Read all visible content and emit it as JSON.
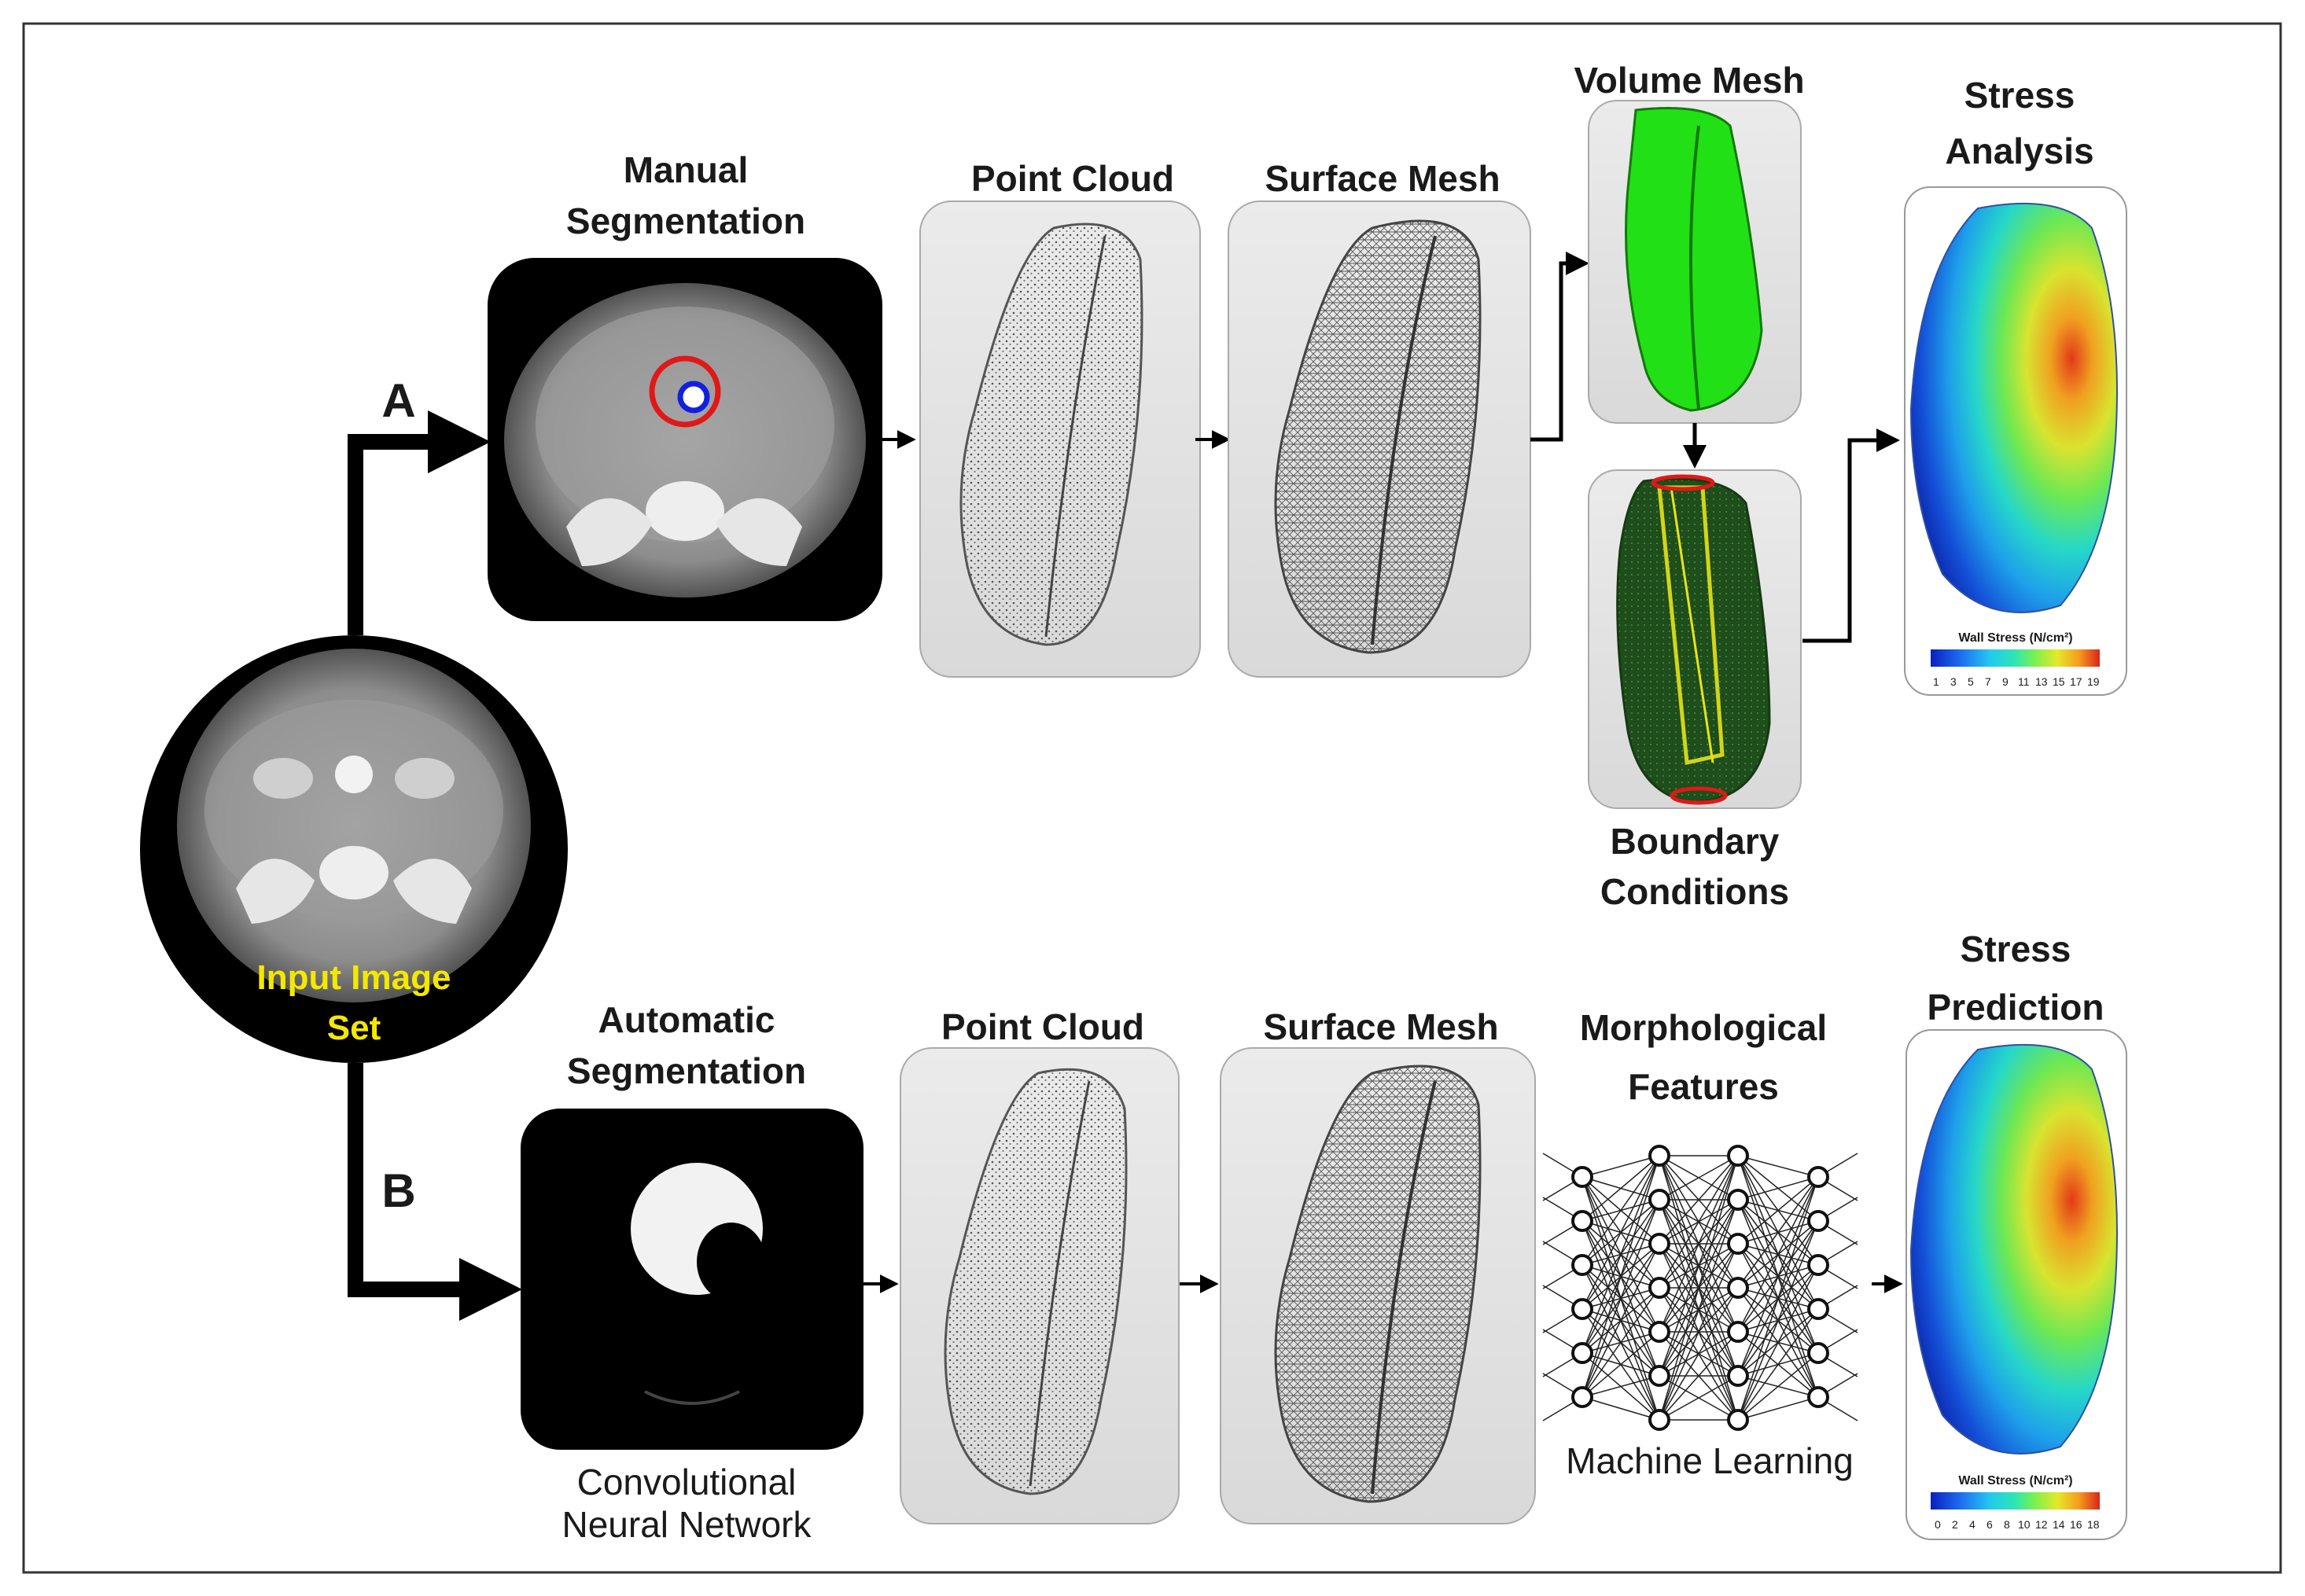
{
  "branch_a": {
    "letter": "A",
    "manual_segmentation": [
      "Manual",
      "Segmentation"
    ],
    "point_cloud": "Point Cloud",
    "surface_mesh": "Surface Mesh",
    "volume_mesh": "Volume Mesh",
    "boundary_conditions": [
      "Boundary",
      "Conditions"
    ],
    "stress_analysis": [
      "Stress",
      "Analysis"
    ],
    "legend": {
      "title": "Wall Stress (N/cm²)",
      "ticks": [
        "1",
        "3",
        "5",
        "7",
        "9",
        "11",
        "13",
        "15",
        "17",
        "19"
      ]
    }
  },
  "input": {
    "label": [
      "Input Image",
      "Set"
    ],
    "label_color": "#f5e800"
  },
  "branch_b": {
    "letter": "B",
    "automatic_segmentation": [
      "Automatic",
      "Segmentation"
    ],
    "cnn": [
      "Convolutional",
      "Neural Network"
    ],
    "point_cloud": "Point Cloud",
    "surface_mesh": "Surface Mesh",
    "morphological_features": [
      "Morphological",
      "Features"
    ],
    "machine_learning": "Machine Learning",
    "stress_prediction": [
      "Stress",
      "Prediction"
    ],
    "legend": {
      "title": "Wall Stress (N/cm²)",
      "ticks": [
        "0",
        "2",
        "4",
        "6",
        "8",
        "10",
        "12",
        "14",
        "16",
        "18"
      ]
    }
  },
  "colors": {
    "volume_mesh": "#22e016",
    "boundary_mesh": "#1f4d1b",
    "contour_outer": "#e01818",
    "contour_inner": "#1020e0",
    "centerline": "#e6e31c"
  }
}
